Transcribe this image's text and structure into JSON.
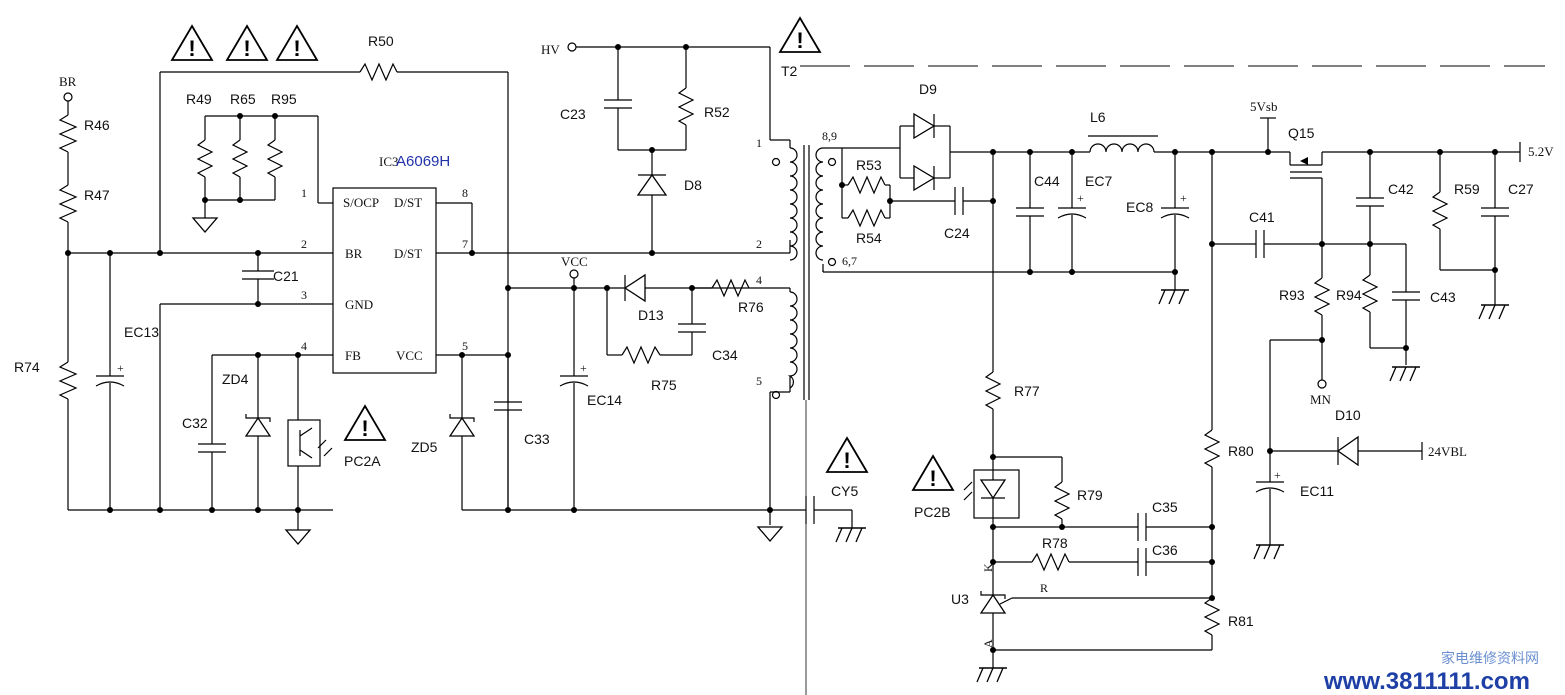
{
  "ic": {
    "ref": "IC3",
    "part": "A6069H",
    "pins": [
      {
        "num": "1",
        "name": "S/OCP"
      },
      {
        "num": "8",
        "name": "D/ST"
      },
      {
        "num": "2",
        "name": "BR"
      },
      {
        "num": "7",
        "name": "D/ST"
      },
      {
        "num": "3",
        "name": "GND"
      },
      {
        "num": "4",
        "name": "FB"
      },
      {
        "num": "5",
        "name": "VCC"
      }
    ]
  },
  "transformer": {
    "ref": "T2",
    "pins": [
      "1",
      "2",
      "4",
      "5",
      "8,9",
      "6,7"
    ]
  },
  "nets": {
    "br": "BR",
    "hv": "HV",
    "vcc": "VCC",
    "vsb": "5Vsb",
    "out": "5.2V",
    "mn": "MN",
    "vbl": "24VBL",
    "k": "K",
    "r": "R",
    "a": "A"
  },
  "components": {
    "R46": "R46",
    "R47": "R47",
    "R74": "R74",
    "EC13": "EC13",
    "R50": "R50",
    "R49": "R49",
    "R65": "R65",
    "R95": "R95",
    "C21": "C21",
    "C32": "C32",
    "ZD4": "ZD4",
    "PC2A": "PC2A",
    "ZD5": "ZD5",
    "C33": "C33",
    "C23": "C23",
    "R52": "R52",
    "D8": "D8",
    "D13": "D13",
    "R76": "R76",
    "C34": "C34",
    "R75": "R75",
    "EC14": "EC14",
    "D9": "D9",
    "R53": "R53",
    "R54": "R54",
    "C24": "C24",
    "L6": "L6",
    "C44": "C44",
    "EC7": "EC7",
    "EC8": "EC8",
    "Q15": "Q15",
    "C42": "C42",
    "R59": "R59",
    "C27": "C27",
    "C41": "C41",
    "R93": "R93",
    "R94": "R94",
    "C43": "C43",
    "D10": "D10",
    "R80": "R80",
    "EC11": "EC11",
    "R77": "R77",
    "PC2B": "PC2B",
    "R79": "R79",
    "C35": "C35",
    "R78": "R78",
    "C36": "C36",
    "U3": "U3",
    "R81": "R81",
    "CY5": "CY5"
  },
  "watermark": {
    "url": "www.3811111.com",
    "site": "家电维修资料网"
  }
}
